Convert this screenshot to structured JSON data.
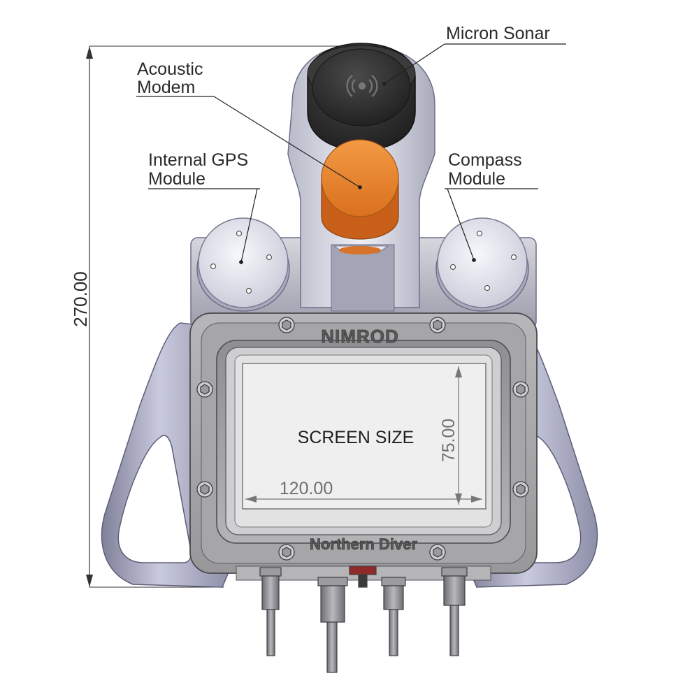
{
  "callouts": {
    "micron_sonar": "Micron Sonar",
    "acoustic_modem_line1": "Acoustic",
    "acoustic_modem_line2": "Modem",
    "gps_line1": "Internal GPS",
    "gps_line2": "Module",
    "compass_line1": "Compass",
    "compass_line2": "Module"
  },
  "dimensions": {
    "height": "270.00",
    "screen_height": "75.00",
    "screen_width": "120.00"
  },
  "screen": {
    "label": "SCREEN SIZE"
  },
  "branding": {
    "top": "NIMROD",
    "bottom": "Northern Diver"
  },
  "colors": {
    "modem_orange": "#f0872e",
    "sonar_black": "#2e2e2e",
    "housing_grey": "#a8a8ab",
    "handle_lavender": "#a9aac4"
  }
}
